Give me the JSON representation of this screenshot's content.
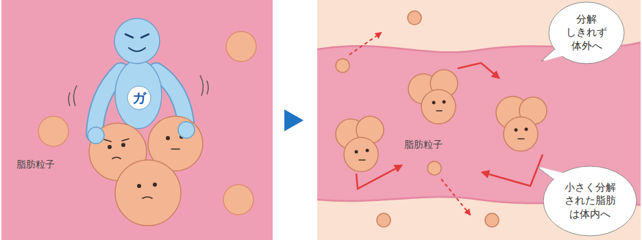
{
  "diagram": {
    "nodes": [
      {
        "text": [
          "ガ"
        ]
      },
      {
        "text": [
          "分解 しきれず 体外へ"
        ]
      },
      {
        "text": [
          "小さく分解 された脂肪 は体内へ"
        ]
      }
    ],
    "edges": [],
    "labels": [
      "脂肪粒子",
      "脂肪粒子"
    ]
  }
}
